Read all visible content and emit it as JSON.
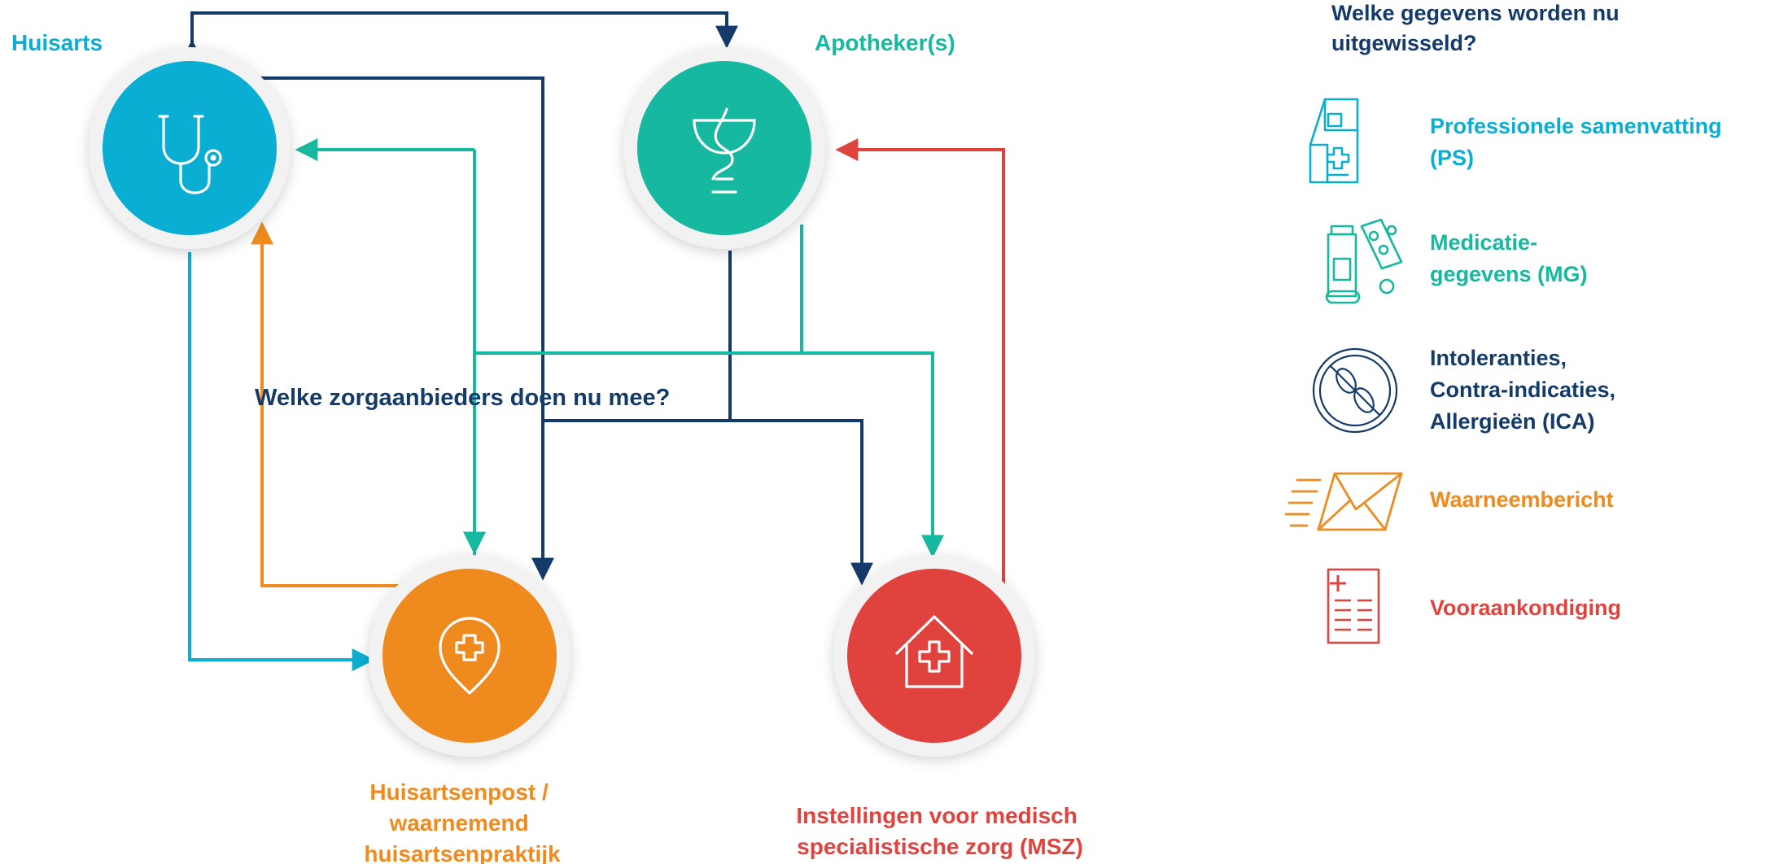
{
  "colors": {
    "huisarts": "#0aaed3",
    "apotheek": "#16b8a0",
    "huisartsenpost": "#ef8a1e",
    "msz": "#e0423e",
    "navy": "#143a6a",
    "ring": "#f2f2f2"
  },
  "question": "Welke zorgaanbieders doen nu mee?",
  "nodes": {
    "huisarts": {
      "label": "Huisarts",
      "icon": "stethoscope-icon"
    },
    "apotheker": {
      "label": "Apotheker(s)",
      "icon": "caduceus-bowl-icon"
    },
    "huisartsenpost": {
      "line1": "Huisartsenpost /",
      "line2": "waarnemend",
      "line3": "huisartsenpraktijk",
      "icon": "location-pin-cross-icon"
    },
    "msz": {
      "line1": "Instellingen voor medisch",
      "line2": "specialistische zorg (MSZ)",
      "icon": "hospital-building-icon"
    }
  },
  "legend": {
    "title_line1": "Welke gegevens worden nu",
    "title_line2": "uitgewisseld?",
    "items": [
      {
        "line1": "Professionele samenvatting",
        "line2": "(PS)",
        "icon": "medical-document-icon"
      },
      {
        "line1": "Medicatie-",
        "line2": "gegevens (MG)",
        "icon": "medication-pills-icon"
      },
      {
        "line1": "Intoleranties,",
        "line2": "Contra-indicaties,",
        "line3": "Allergieën (ICA)",
        "icon": "no-peanuts-icon"
      },
      {
        "line1": "Waarneembericht",
        "icon": "envelope-speed-icon"
      },
      {
        "line1": "Vooraankondiging",
        "icon": "medical-form-icon"
      }
    ]
  }
}
